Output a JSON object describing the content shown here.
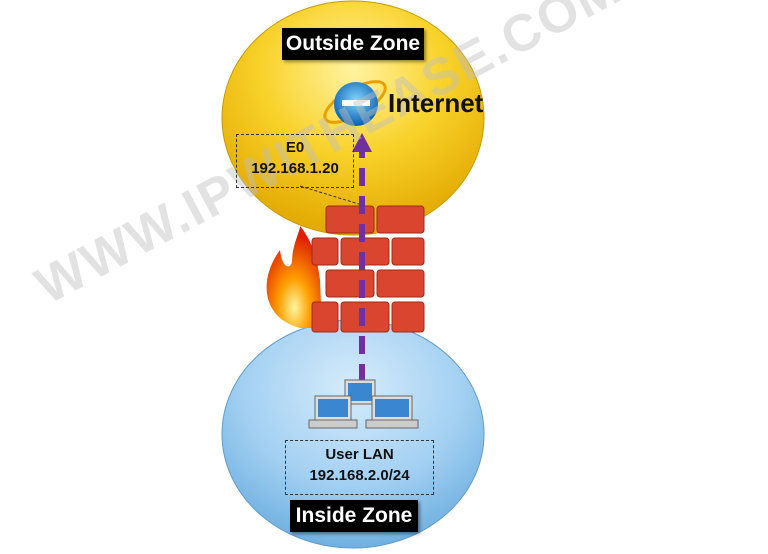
{
  "outside_zone": {
    "label": "Outside Zone",
    "internet_label": "Internet"
  },
  "interface": {
    "name": "E0",
    "ip": "192.168.1.20"
  },
  "inside_zone": {
    "label": "Inside Zone",
    "lan_name": "User LAN",
    "lan_subnet": "192.168.2.0/24"
  },
  "watermark": "WWW.IPWITHEASE.COM",
  "colors": {
    "outside": "#f5c518",
    "inside": "#8ec5ec",
    "arrow": "#7030a0",
    "brick": "#d9452e"
  }
}
